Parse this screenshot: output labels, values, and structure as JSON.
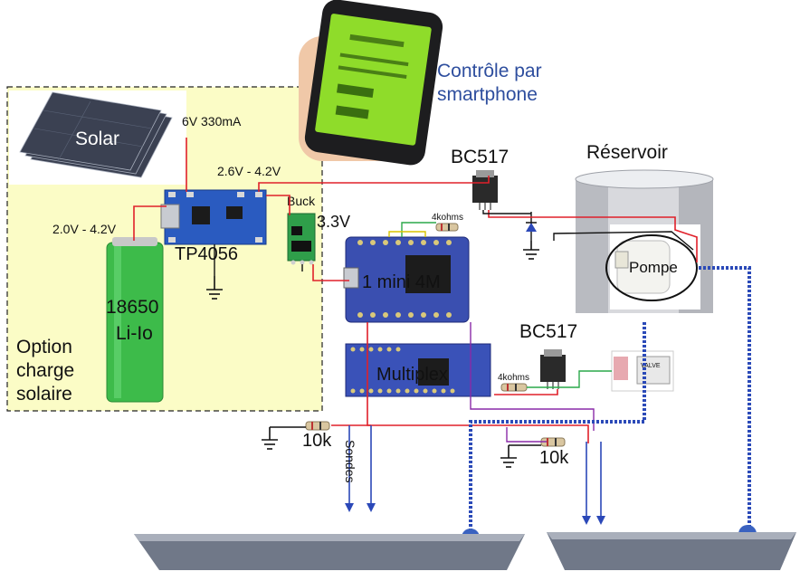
{
  "labels": {
    "solar": "Solar",
    "solar_spec": "6V 330mA",
    "charge_range": "2.6V - 4.2V",
    "battery_range": "2.0V - 4.2V",
    "charger": "TP4056",
    "buck": "Buck",
    "buck_voltage": "3.3V",
    "battery_model": "18650",
    "battery_type": "Li-Io",
    "option_line1": "Option",
    "option_line2": "charge",
    "option_line3": "solaire",
    "phone_caption_line1": "Contrôle par",
    "phone_caption_line2": "smartphone",
    "transistor_top": "BC517",
    "transistor_bottom": "BC517",
    "tank": "Réservoir",
    "pump": "Pompe",
    "board": "1 mini 4M",
    "multiplexer": "Multiplex",
    "resistor_top": "4kohms",
    "resistor_bottom": "4kohms",
    "resistor_left": "10k",
    "resistor_right": "10k",
    "probes": "Sondes",
    "valve": "VALVE"
  },
  "colors": {
    "solar_area_fill": "#fbfcc6",
    "wire_power": "#e0202a",
    "wire_ground": "#111111",
    "wire_signal": "#2b48b8",
    "phone_screen": "#8fdc2a",
    "battery": "#3dbb4a",
    "board_blue": "#3a4fb0",
    "tray": "#707888"
  },
  "icons": [
    "solar-panel-icon",
    "smartphone-icon",
    "battery-icon",
    "ground-icon",
    "diode-icon",
    "transistor-icon",
    "resistor-icon",
    "pump-icon",
    "valve-icon"
  ]
}
